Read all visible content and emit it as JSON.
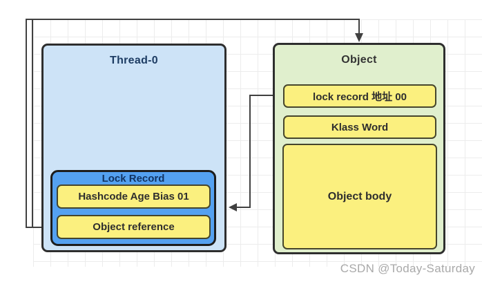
{
  "diagram": {
    "thread_box": {
      "title": "Thread-0",
      "lock_record": {
        "title": "Lock Record",
        "rows": [
          {
            "label": "Hashcode Age Bias 01"
          },
          {
            "label": "Object reference"
          }
        ]
      }
    },
    "object_box": {
      "title": "Object",
      "rows": [
        {
          "label": "lock record 地址 00"
        },
        {
          "label": "Klass Word"
        }
      ],
      "body_label": "Object body"
    },
    "connectors": [
      {
        "name": "mark-word-to-lock-record",
        "from": "lock record 地址 00",
        "to": "Lock Record",
        "arrow_direction": "left"
      },
      {
        "name": "object-reference-to-object",
        "from": "Object reference",
        "to": "Object",
        "arrow_direction": "down"
      }
    ],
    "colors": {
      "thread_box_fill": "#cde3f7",
      "lock_record_fill": "#54a1f1",
      "yellow_cell_fill": "#fbf07f",
      "object_box_fill": "#e0efcd",
      "border": "#2e2e2e",
      "connector_line": "#404040",
      "grid_line": "#ececec"
    }
  },
  "watermark": "CSDN @Today-Saturday"
}
